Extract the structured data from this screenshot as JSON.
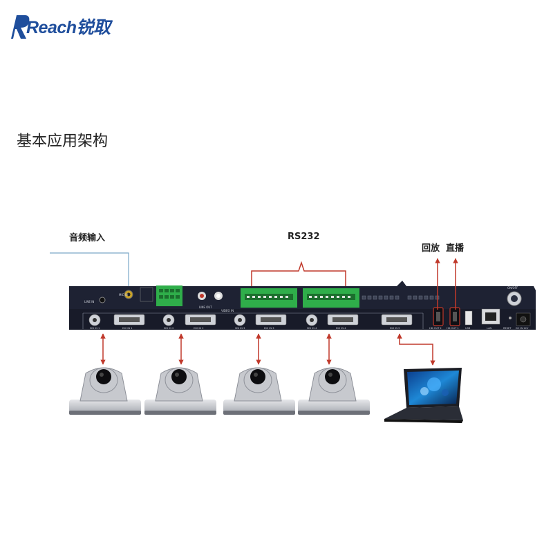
{
  "brand": {
    "name": "Reach",
    "name_cn": "锐取",
    "color": "#1f4e9c"
  },
  "page_title": "基本应用架构",
  "labels": {
    "audio_in": "音频输入",
    "rs232": "RS232",
    "playback": "回放",
    "live": "直播"
  },
  "panel": {
    "line_in": "LINE IN",
    "mic_in": "MIC IN",
    "line_out": "LINE OUT",
    "video_in": "VIDEO IN",
    "on_off": "ON/OFF",
    "ports": [
      "SDI IN 1",
      "DVI IN 1",
      "SDI IN 2",
      "DVI IN 2",
      "SDI IN 3",
      "DVI IN 3",
      "SDI IN 4",
      "DVI IN 4",
      "DVI IN 5"
    ],
    "right_ports": [
      "HD OUT 2",
      "HD OUT 1",
      "USB",
      "LAN",
      "RESET",
      "DC IN 12V"
    ]
  },
  "colors": {
    "arrow": "#c0392b",
    "connector": "#2fae4a",
    "panel": "#1e2233",
    "line": "#7aa6c8"
  }
}
